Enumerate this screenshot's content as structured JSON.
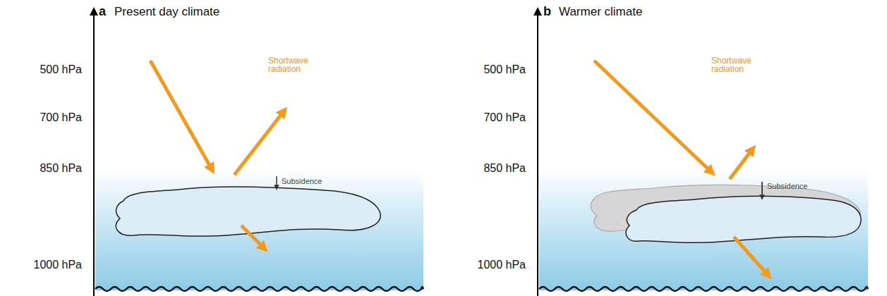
{
  "diagram": {
    "labels": [
      "a",
      "Present day climate",
      "500 hPa",
      "700 hPa",
      "850 hPa",
      "1000 hPa",
      "Shortwave radiation",
      "Subsidence",
      "b",
      "Warmer climate",
      "500 hPa",
      "700 hPa",
      "850 hPa",
      "1000 hPa",
      "Shortwave radiation",
      "Subsidence"
    ]
  }
}
